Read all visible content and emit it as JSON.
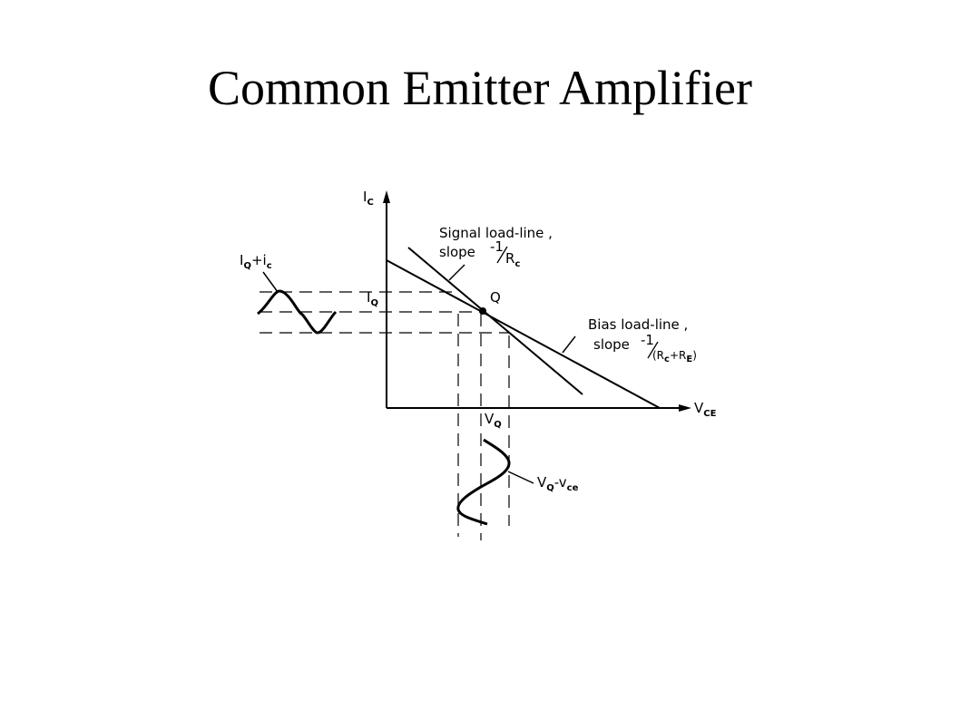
{
  "title": "Common Emitter Amplifier",
  "diagram": {
    "axis_y": {
      "main": "I",
      "sub": "C"
    },
    "axis_x": {
      "main": "V",
      "sub": "CE"
    },
    "input_wave_label": {
      "a": "I",
      "a_sub": "Q",
      "b": "+i",
      "b_sub": "c"
    },
    "iq_label": {
      "main": "I",
      "sub": "Q"
    },
    "q_point": "Q",
    "vq_label": {
      "main": "V",
      "sub": "Q"
    },
    "output_wave_label": {
      "a": "V",
      "a_sub": "Q",
      "b": "-v",
      "b_sub": "ce"
    },
    "signal_load_line": {
      "line1": "Signal load-line ,",
      "line2": "slope",
      "frac_num": "-1",
      "frac_den": "R",
      "frac_den_sub": "c"
    },
    "bias_load_line": {
      "line1": "Bias load-line ,",
      "line2": "slope",
      "frac_num": "-1",
      "frac_den": "(R",
      "frac_den_sub1": "c",
      "frac_den_mid": "+R",
      "frac_den_sub2": "E",
      "frac_den_end": ")"
    }
  }
}
